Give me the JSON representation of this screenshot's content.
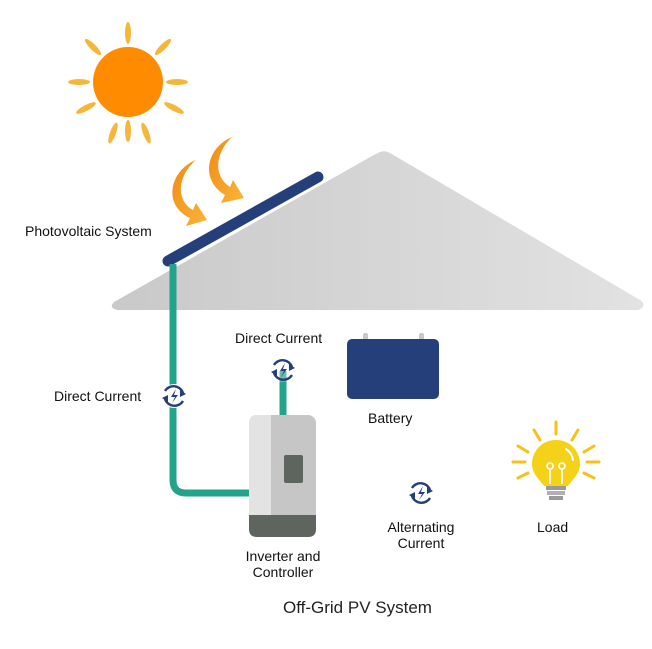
{
  "title": "Off-Grid PV System",
  "labels": {
    "photovoltaic": "Photovoltaic System",
    "dc_left": "Direct Current",
    "dc_top": "Direct Current",
    "battery": "Battery",
    "inverter_line1": "Inverter and",
    "inverter_line2": "Controller",
    "ac_line1": "Alternating",
    "ac_line2": "Current",
    "load": "Load"
  },
  "colors": {
    "sun": "#ff8c00",
    "sun_rays": "#f5b73a",
    "light_arrows": "#f7a21b",
    "roof": "#d4d4d4",
    "panel": "#253f7a",
    "dc_wire": "#22a38a",
    "ac_wire": "#7cc242",
    "battery": "#253f7a",
    "inverter_body": "#cfcfcf",
    "inverter_base": "#5e655f",
    "bulb": "#f5d21a",
    "current_icon": "#253f7a"
  }
}
